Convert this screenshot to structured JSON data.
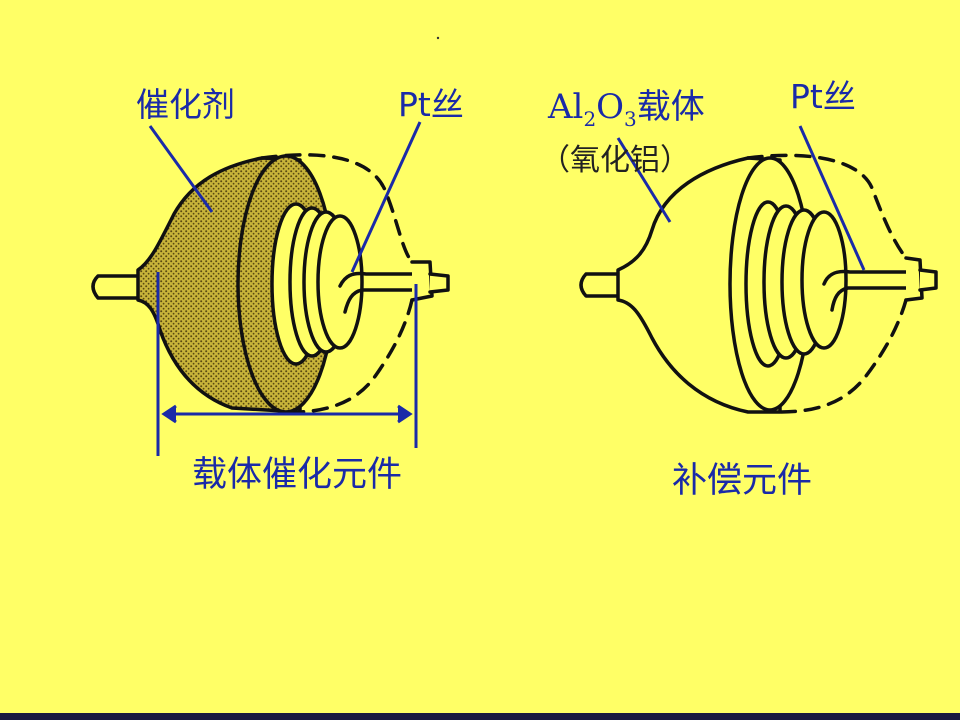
{
  "labels": {
    "catalyst": "催化剂",
    "pt_wire_left": "Pt丝",
    "pt_wire_right": "Pt丝",
    "carrier_al": "Al",
    "carrier_sub2": "2",
    "carrier_o": "O",
    "carrier_sub3": "3",
    "carrier_suffix": "载体",
    "alumina": "（氧化铝）",
    "carrier_element": "载体催化元件",
    "compensation_element": "补偿元件"
  },
  "colors": {
    "background": "#ffff66",
    "label_blue": "#1a2aa8",
    "line_black": "#111111",
    "catalyst_stipple": "#7a6a18"
  }
}
